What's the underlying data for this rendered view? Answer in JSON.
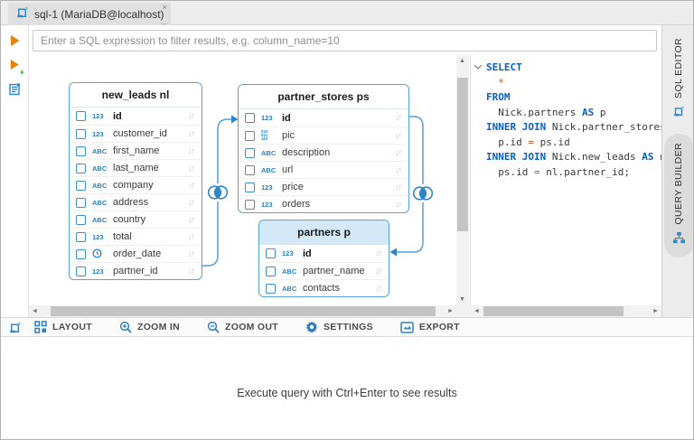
{
  "window": {
    "tab": {
      "title": "sql-1 (MariaDB@localhost)",
      "close": "×",
      "more": "..."
    },
    "filter": {
      "placeholder": "Enter a SQL expression to filter results, e.g. column_name=10"
    }
  },
  "icons": {
    "sort": "↓↑",
    "number": "123",
    "string": "ABC",
    "collapse_chevron": "⌄",
    "scroll_up": "▲",
    "scroll_down": "▼",
    "scroll_left": "◄",
    "scroll_right": "►"
  },
  "diagram": {
    "tables": [
      {
        "title": "new_leads nl",
        "highlighted": false,
        "columns": [
          {
            "name": "id",
            "type": "number",
            "key": true
          },
          {
            "name": "customer_id",
            "type": "number",
            "key": false
          },
          {
            "name": "first_name",
            "type": "string",
            "key": false
          },
          {
            "name": "last_name",
            "type": "string",
            "key": false
          },
          {
            "name": "company",
            "type": "string",
            "key": false
          },
          {
            "name": "address",
            "type": "string",
            "key": false
          },
          {
            "name": "country",
            "type": "string",
            "key": false
          },
          {
            "name": "total",
            "type": "number",
            "key": false
          },
          {
            "name": "order_date",
            "type": "datetime",
            "key": false
          },
          {
            "name": "partner_id",
            "type": "number",
            "key": false
          }
        ]
      },
      {
        "title": "partner_stores ps",
        "highlighted": false,
        "columns": [
          {
            "name": "id",
            "type": "number",
            "key": true
          },
          {
            "name": "pic",
            "type": "binary",
            "key": false
          },
          {
            "name": "description",
            "type": "string",
            "key": false
          },
          {
            "name": "url",
            "type": "string",
            "key": false
          },
          {
            "name": "price",
            "type": "number",
            "key": false
          },
          {
            "name": "orders",
            "type": "number",
            "key": false
          }
        ]
      },
      {
        "title": "partners p",
        "highlighted": true,
        "columns": [
          {
            "name": "id",
            "type": "number",
            "key": true
          },
          {
            "name": "partner_name",
            "type": "string",
            "key": false
          },
          {
            "name": "contacts",
            "type": "string",
            "key": false
          }
        ]
      }
    ],
    "joins": [
      {
        "from": "new_leads.partner_id",
        "to": "partner_stores.id",
        "type": "inner"
      },
      {
        "from": "partner_stores.id",
        "to": "partners.id",
        "type": "inner"
      }
    ]
  },
  "sql_editor": {
    "lines": [
      [
        {
          "c": "kw",
          "t": "SELECT"
        }
      ],
      [
        {
          "c": "op",
          "t": "  *"
        }
      ],
      [
        {
          "c": "kw",
          "t": "FROM"
        }
      ],
      [
        {
          "c": "pl",
          "t": "  Nick.partners "
        },
        {
          "c": "kw",
          "t": "AS"
        },
        {
          "c": "pl",
          "t": " p"
        }
      ],
      [
        {
          "c": "kw",
          "t": "INNER JOIN"
        },
        {
          "c": "pl",
          "t": " Nick.partner_stores"
        }
      ],
      [
        {
          "c": "pl",
          "t": "  p.id "
        },
        {
          "c": "op",
          "t": "="
        },
        {
          "c": "pl",
          "t": " ps.id"
        }
      ],
      [
        {
          "c": "kw",
          "t": "INNER JOIN"
        },
        {
          "c": "pl",
          "t": " Nick.new_leads "
        },
        {
          "c": "kw",
          "t": "AS"
        },
        {
          "c": "pl",
          "t": " n"
        }
      ],
      [
        {
          "c": "pl",
          "t": "  ps.id "
        },
        {
          "c": "op",
          "t": "="
        },
        {
          "c": "pl",
          "t": " nl.partner_id;"
        }
      ]
    ]
  },
  "right_tabs": [
    {
      "label": "SQL EDITOR",
      "icon": "sql-script-icon",
      "active": false
    },
    {
      "label": "QUERY BUILDER",
      "icon": "query-builder-icon",
      "active": true
    }
  ],
  "toolbar": {
    "items": [
      {
        "label": "LAYOUT",
        "icon": "layout-icon"
      },
      {
        "label": "ZOOM IN",
        "icon": "zoom-in-icon"
      },
      {
        "label": "ZOOM OUT",
        "icon": "zoom-out-icon"
      },
      {
        "label": "SETTINGS",
        "icon": "gear-icon"
      },
      {
        "label": "EXPORT",
        "icon": "export-icon"
      }
    ]
  },
  "status": {
    "message": "Execute query with Ctrl+Enter to see results"
  },
  "colors": {
    "accent_blue": "#3287c8",
    "line_blue": "#54a0d8",
    "keyword_blue": "#0a5ec4",
    "operator_red": "#b4592f",
    "play_orange": "#e8820c",
    "highlight_header": "#d3e9f7"
  }
}
